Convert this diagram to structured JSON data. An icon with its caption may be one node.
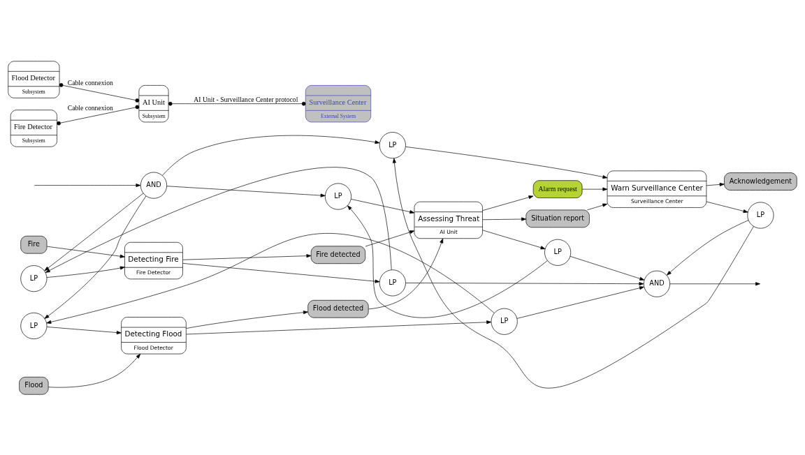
{
  "diagram": {
    "nodes": [
      {
        "text": [
          "Fire"
        ]
      },
      {
        "text": [
          "LP"
        ]
      },
      {
        "text": [
          "Detecting Fire",
          "Fire Detector"
        ]
      },
      {
        "text": [
          "LP"
        ]
      },
      {
        "text": [
          "Fire detected"
        ]
      },
      {
        "text": [
          "LP"
        ]
      },
      {
        "text": [
          "Detecting Flood",
          "Flood Detector"
        ]
      },
      {
        "text": [
          "LP"
        ]
      },
      {
        "text": [
          "Flood"
        ]
      },
      {
        "text": [
          "Flood detected"
        ]
      },
      {
        "text": [
          "AND"
        ]
      },
      {
        "text": [
          "LP"
        ]
      },
      {
        "text": [
          "Assessing Threat",
          "AI Unit"
        ]
      },
      {
        "text": [
          "LP"
        ]
      },
      {
        "text": [
          "AND"
        ]
      },
      {
        "text": [
          "Alarm request"
        ]
      },
      {
        "text": [
          "Situation report"
        ]
      },
      {
        "text": [
          "Acknowledgement"
        ]
      },
      {
        "text": [
          "LP"
        ]
      },
      {
        "text": [
          "Warn Surveillance Center",
          "Surveillance Center"
        ]
      },
      {
        "text": [
          "LP"
        ]
      },
      {
        "text": [
          "Flood Detector",
          "Subsystem"
        ]
      },
      {
        "text": [
          "Fire Detector",
          "Subsystem"
        ]
      },
      {
        "text": [
          "AI Unit",
          "Subsystem"
        ]
      },
      {
        "text": [
          "Surveillance Center",
          "External System"
        ]
      }
    ],
    "edges": [
      {
        "from": null,
        "to": 10,
        "arrow": "to"
      },
      {
        "from": 10,
        "to": 1,
        "arrow": "to"
      },
      {
        "from": 10,
        "to": 5,
        "arrow": "to"
      },
      {
        "from": 10,
        "to": 11,
        "arrow": "to"
      },
      {
        "from": 10,
        "to": 18,
        "arrow": "to"
      },
      {
        "from": 1,
        "to": 2,
        "arrow": "to"
      },
      {
        "from": 2,
        "to": 3,
        "arrow": "to"
      },
      {
        "from": 3,
        "to": 1,
        "arrow": "to"
      },
      {
        "from": 0,
        "to": 2,
        "arrow": "to"
      },
      {
        "from": 2,
        "to": 4,
        "arrow": "to"
      },
      {
        "from": 3,
        "to": 14,
        "arrow": "to"
      },
      {
        "from": 5,
        "to": 6,
        "arrow": "to"
      },
      {
        "from": 6,
        "to": 7,
        "arrow": "to"
      },
      {
        "from": 7,
        "to": 5,
        "arrow": "to"
      },
      {
        "from": 8,
        "to": 6,
        "arrow": "to"
      },
      {
        "from": 6,
        "to": 9,
        "arrow": "to"
      },
      {
        "from": 7,
        "to": 14,
        "arrow": "to"
      },
      {
        "from": 4,
        "to": 12,
        "arrow": "to"
      },
      {
        "from": 9,
        "to": 12,
        "arrow": "to"
      },
      {
        "from": 11,
        "to": 12,
        "arrow": "to"
      },
      {
        "from": 12,
        "to": 13,
        "arrow": "to"
      },
      {
        "from": 13,
        "to": 11,
        "arrow": "to"
      },
      {
        "from": 13,
        "to": 14,
        "arrow": "to"
      },
      {
        "from": 14,
        "to": null,
        "arrow": "to"
      },
      {
        "from": 12,
        "to": 15,
        "arrow": "to"
      },
      {
        "from": 12,
        "to": 16,
        "arrow": "to"
      },
      {
        "from": 15,
        "to": 19,
        "arrow": "to"
      },
      {
        "from": 16,
        "to": 19,
        "arrow": "to"
      },
      {
        "from": 18,
        "to": 19,
        "arrow": "to"
      },
      {
        "from": 19,
        "to": 20,
        "arrow": "to"
      },
      {
        "from": 20,
        "to": 18,
        "arrow": "to"
      },
      {
        "from": 19,
        "to": 17,
        "arrow": "to"
      },
      {
        "from": 20,
        "to": 14,
        "arrow": "to"
      },
      {
        "from": 21,
        "to": 23,
        "arrow": "other",
        "label": "Cable connexion"
      },
      {
        "from": 22,
        "to": 23,
        "arrow": "other",
        "label": "Cable connexion"
      },
      {
        "from": 23,
        "to": 24,
        "arrow": "other",
        "label": "AI Unit - Surveillance Center protocol"
      }
    ]
  }
}
